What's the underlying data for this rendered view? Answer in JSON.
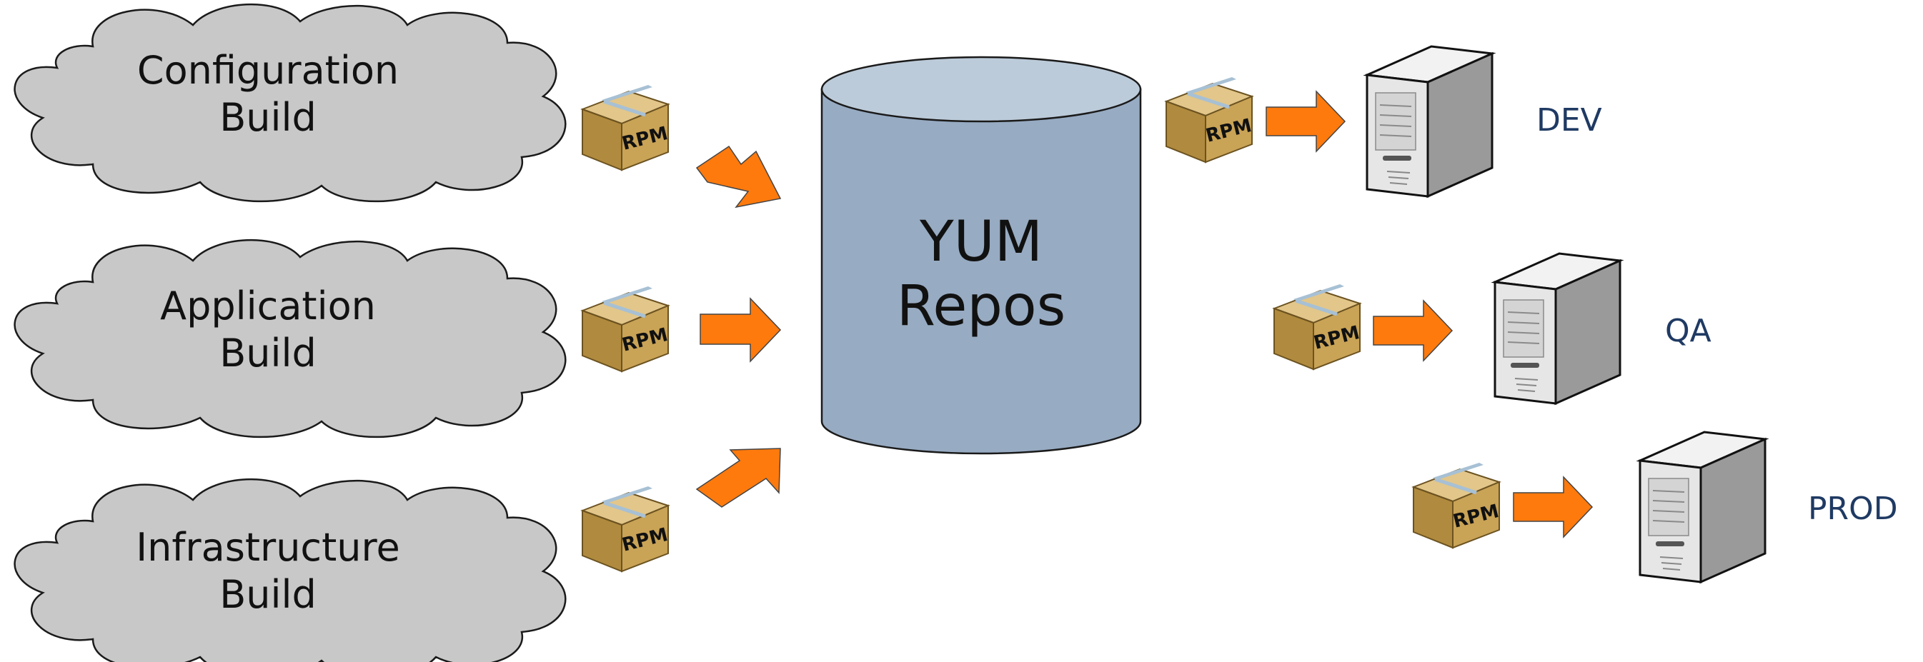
{
  "sources": [
    {
      "line1": "Configuration",
      "line2": "Build"
    },
    {
      "line1": "Application",
      "line2": "Build"
    },
    {
      "line1": "Infrastructure",
      "line2": "Build"
    }
  ],
  "package_label": "RPM",
  "repository": {
    "line1": "YUM",
    "line2": "Repos"
  },
  "environments": [
    {
      "label": "DEV"
    },
    {
      "label": "QA"
    },
    {
      "label": "PROD"
    }
  ],
  "colors": {
    "cloud_fill": "#c8c8c8",
    "repo_fill": "#97abc2",
    "repo_top": "#bccbd9",
    "arrow": "#ff7a0d",
    "env_text": "#1f3a63",
    "box": "#c9a356"
  },
  "icons": [
    "cloud-icon",
    "package-icon",
    "arrow-icon",
    "database-icon",
    "server-icon"
  ]
}
